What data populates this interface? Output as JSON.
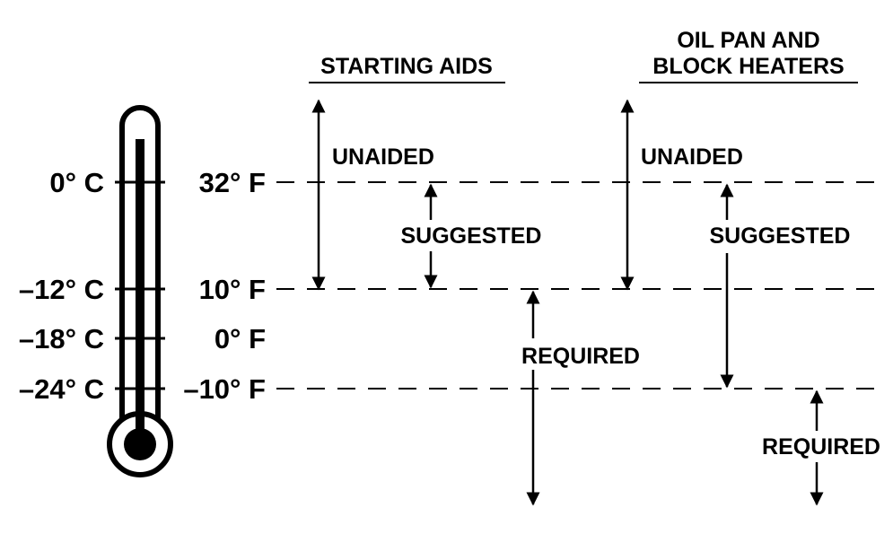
{
  "headers": {
    "starting_aids": "STARTING AIDS",
    "oil_pan_line1": "OIL PAN AND",
    "oil_pan_line2": "BLOCK HEATERS"
  },
  "temperatures": {
    "c_0": "0° C",
    "c_minus12": "–12° C",
    "c_minus18": "–18° C",
    "c_minus24": "–24° C",
    "f_32": "32° F",
    "f_10": "10° F",
    "f_0": "0° F",
    "f_minus10": "–10° F"
  },
  "starting_aids": {
    "unaided": "UNAIDED",
    "suggested": "SUGGESTED",
    "required": "REQUIRED"
  },
  "heaters": {
    "unaided": "UNAIDED",
    "suggested": "SUGGESTED",
    "required": "REQUIRED"
  },
  "icons": {
    "thermometer": "thermometer-icon"
  }
}
